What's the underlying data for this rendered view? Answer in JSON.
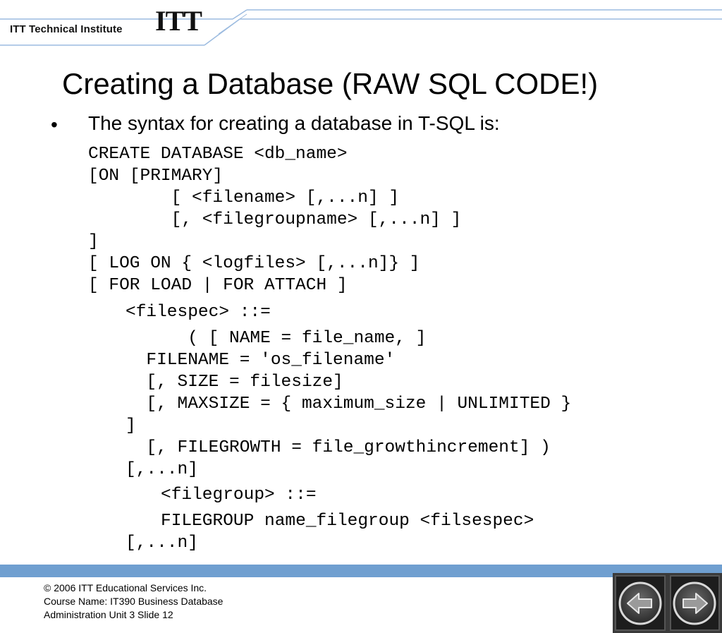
{
  "header": {
    "brand_text": "ITT Technical Institute",
    "brand_logo": "ITT"
  },
  "slide": {
    "title": "Creating a Database (RAW SQL CODE!)",
    "bullet": "The syntax for creating a database in T-SQL is:",
    "code_syntax": "CREATE DATABASE <db_name>\n[ON [PRIMARY]\n        [ <filename> [,...n] ]\n        [, <filegroupname> [,...n] ]\n]\n[ LOG ON { <logfiles> [,...n]} ]\n[ FOR LOAD | FOR ATTACH ]",
    "code_filespec_header": "<filespec> ::=",
    "code_filespec": "      ( [ NAME = file_name, ]\n  FILENAME = 'os_filename'\n  [, SIZE = filesize]\n  [, MAXSIZE = { maximum_size | UNLIMITED }\n]\n  [, FILEGROWTH = file_growthincrement] )\n[,...n]",
    "code_filegroup": "<filegroup> ::=",
    "code_filegroup_body": "FILEGROUP name_filegroup <filsespec>",
    "code_filegroup_tail": "[,...n]"
  },
  "footer": {
    "line1": "© 2006 ITT Educational Services Inc.",
    "line2": "Course Name: IT390 Business Database",
    "line3": "Administration Unit 3 Slide 12"
  },
  "navigation": {
    "prev_icon": "left-arrow-icon",
    "next_icon": "right-arrow-icon"
  },
  "colors": {
    "bottom_bar": "#6f9fd0",
    "header_lines": "#9cbbe0"
  }
}
